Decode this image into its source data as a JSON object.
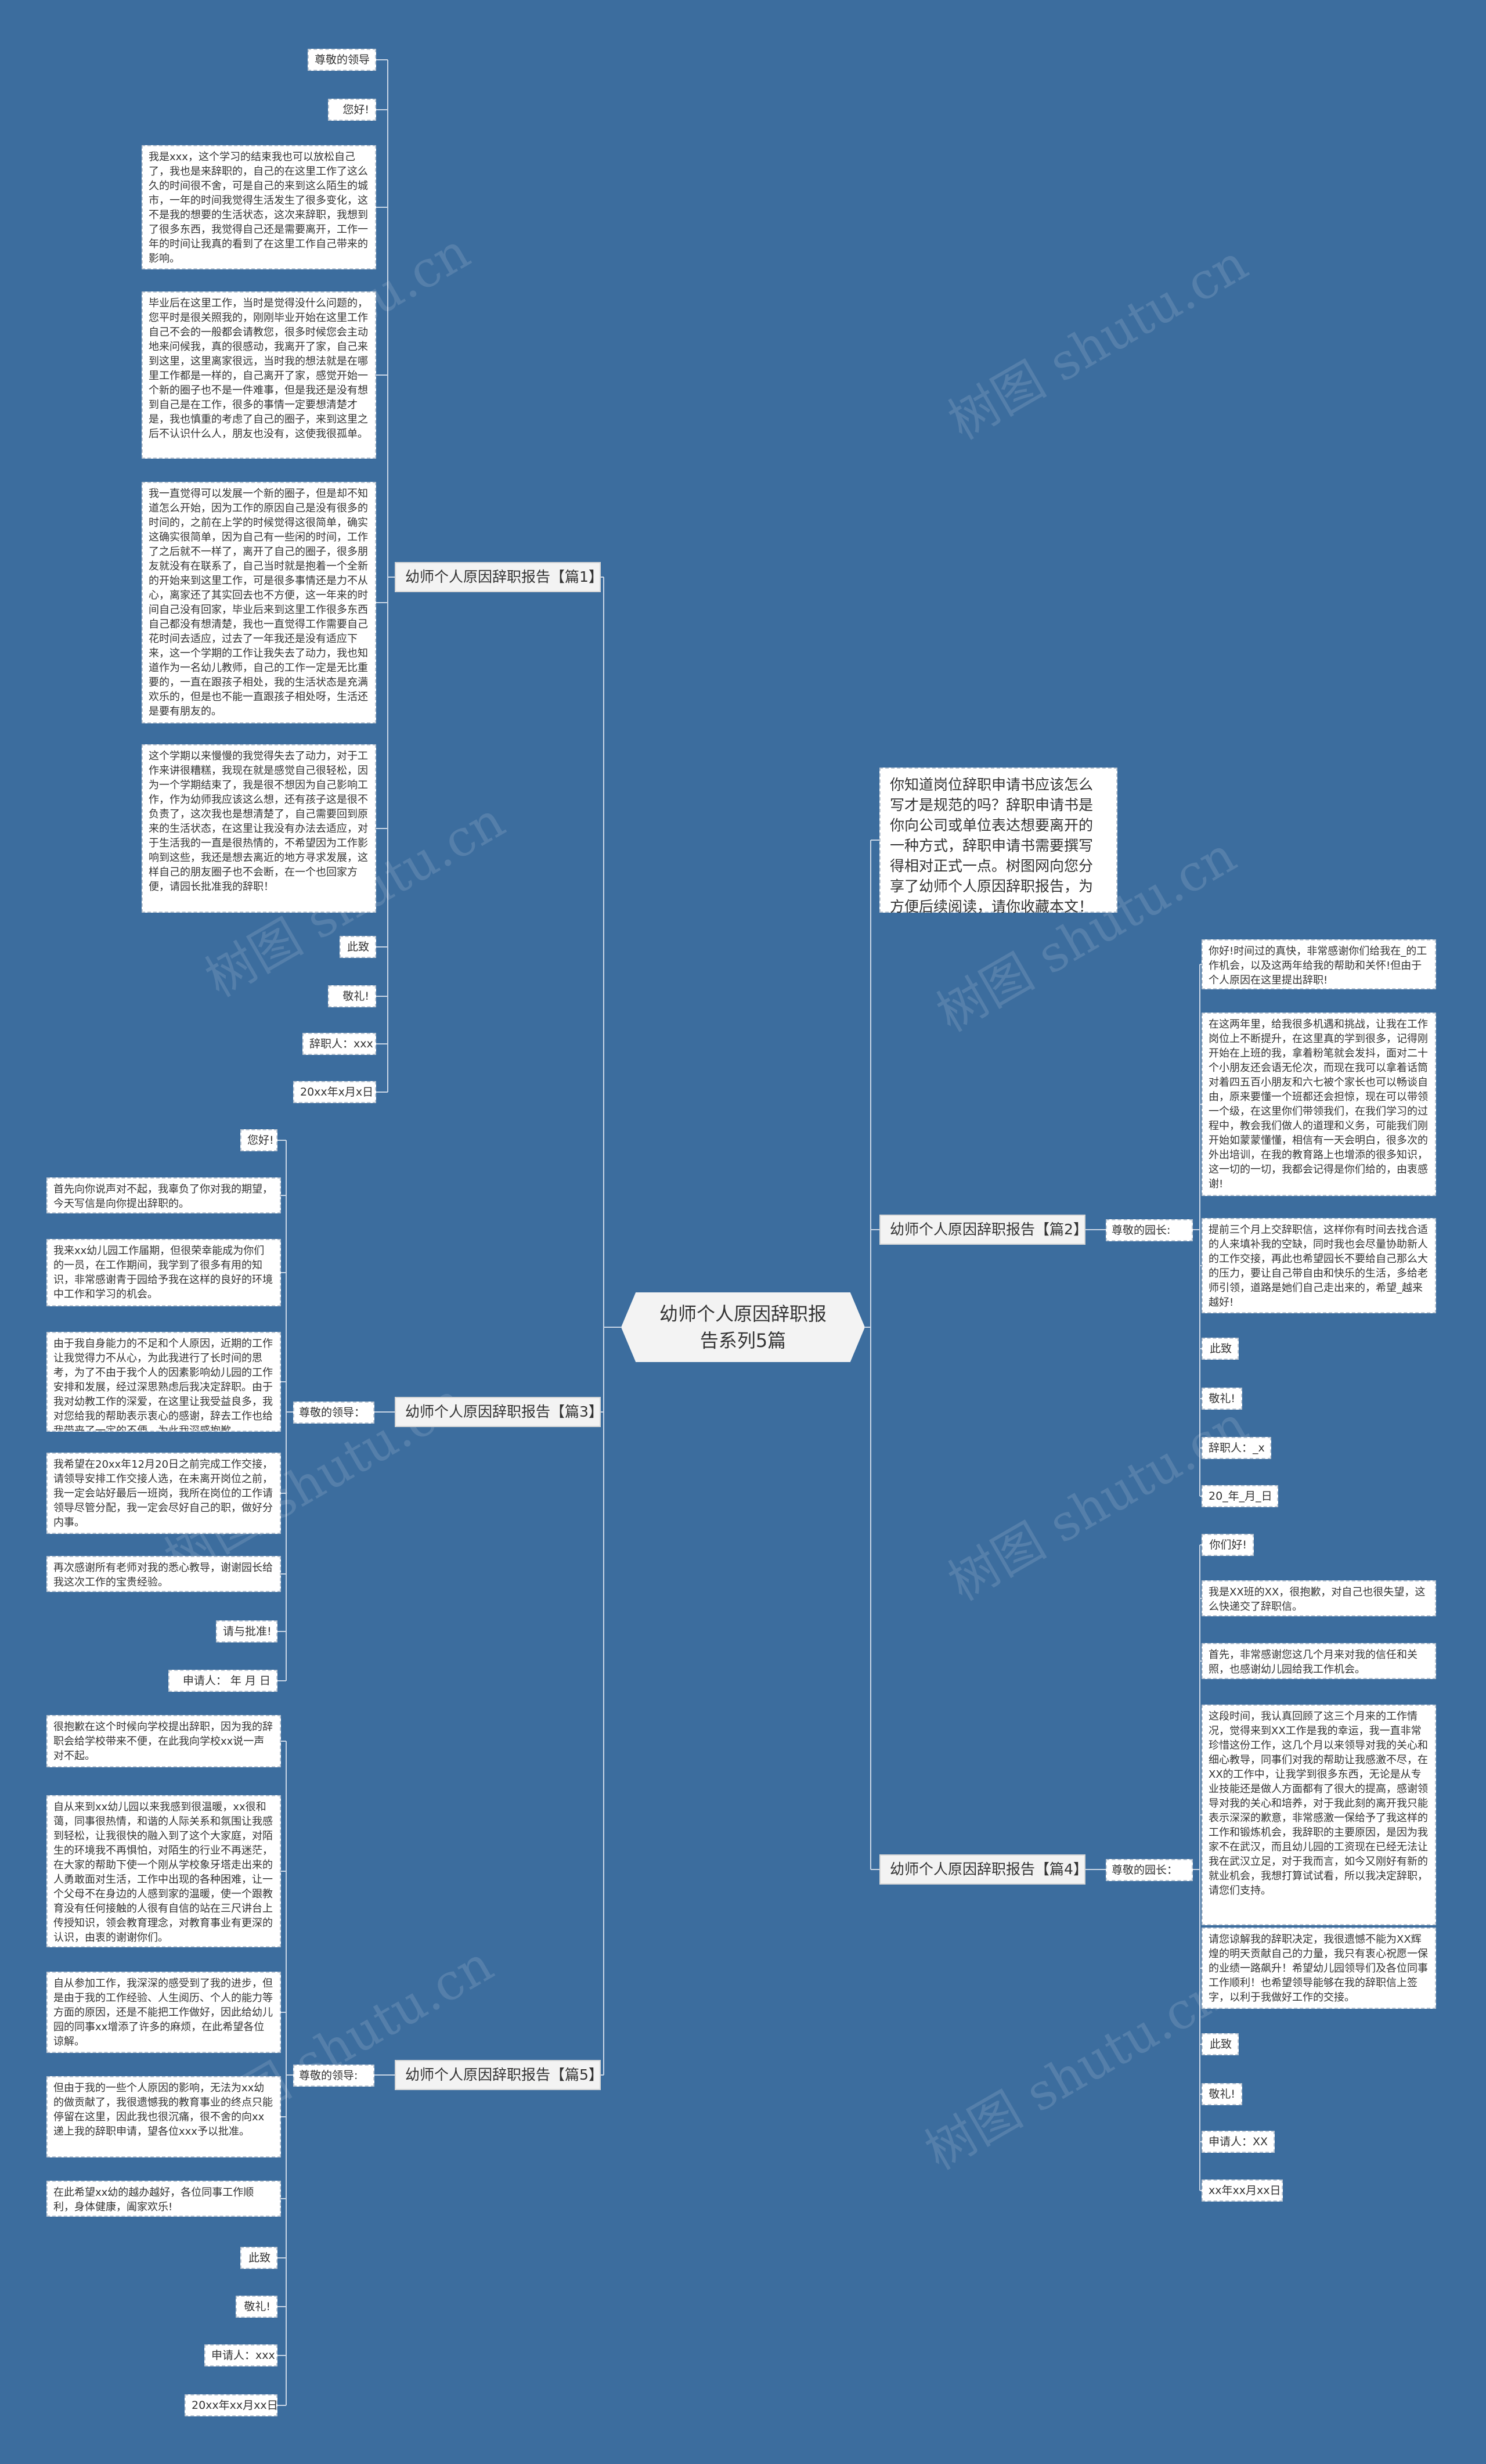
{
  "root": {
    "title": "幼师个人原因辞职报告系列5篇"
  },
  "intro": "你知道岗位辞职申请书应该怎么写才是规范的吗？辞职申请书是你向公司或单位表达想要离开的一种方式，辞职申请书需要撰写得相对正式一点。树图网向您分享了幼师个人原因辞职报告，为方便后续阅读，请你收藏本文！",
  "watermark": "树图 shutu.cn",
  "b1": {
    "title": "幼师个人原因辞职报告【篇1】",
    "items": [
      "尊敬的领导",
      "您好!",
      "我是xxx，这个学习的结束我也可以放松自己了，我也是来辞职的，自己的在这里工作了这么久的时间很不舍，可是自己的来到这么陌生的城市，一年的时间我觉得生活发生了很多变化，这不是我的想要的生活状态，这次来辞职，我想到了很多东西，我觉得自己还是需要离开，工作一年的时间让我真的看到了在这里工作自己带来的影响。",
      "毕业后在这里工作，当时是觉得没什么问题的，您平时是很关照我的，刚刚毕业开始在这里工作自己不会的一般都会请教您，很多时候您会主动地来问候我，真的很感动，我离开了家，自己来到这里，这里离家很远，当时我的想法就是在哪里工作都是一样的，自己离开了家，感觉开始一个新的圈子也不是一件难事，但是我还是没有想到自己是在工作，很多的事情一定要想清楚才是，我也慎重的考虑了自己的圈子，来到这里之后不认识什么人，朋友也没有，这使我很孤单。",
      "我一直觉得可以发展一个新的圈子，但是却不知道怎么开始，因为工作的原因自己是没有很多的时间的，之前在上学的时候觉得这很简单，确实这确实很简单，因为自己有一些闲的时间，工作了之后就不一样了，离开了自己的圈子，很多朋友就没有在联系了，自己当时就是抱着一个全新的开始来到这里工作，可是很多事情还是力不从心，离家还了其实回去也不方便，这一年来的时间自己没有回家，毕业后来到这里工作很多东西自己都没有想清楚，我也一直觉得工作需要自己花时间去适应，过去了一年我还是没有适应下来，这一个学期的工作让我失去了动力，我也知道作为一名幼儿教师，自己的工作一定是无比重要的，一直在跟孩子相处，我的生活状态是充满欢乐的，但是也不能一直跟孩子相处呀，生活还是要有朋友的。",
      "这个学期以来慢慢的我觉得失去了动力，对于工作来讲很糟糕，我现在就是感觉自己很轻松，因为一个学期结束了，我是很不想因为自己影响工作，作为幼师我应该这么想，还有孩子这是很不负责了，这次我也是想清楚了，自己需要回到原来的生活状态，在这里让我没有办法去适应，对于生活我的一直是很热情的，不希望因为工作影响到这些，我还是想去离近的地方寻求发展，这样自己的朋友圈子也不会断，在一个也回家方便，请园长批准我的辞职！",
      "此致",
      "敬礼!",
      "辞职人：xxx",
      "20xx年x月x日"
    ]
  },
  "b2": {
    "title": "幼师个人原因辞职报告【篇2】",
    "greeting": "尊敬的园长:",
    "items": [
      "你好!时间过的真快，非常感谢你们给我在_的工作机会，以及这两年给我的帮助和关怀!但由于个人原因在这里提出辞职!",
      "在这两年里，给我很多机遇和挑战，让我在工作岗位上不断提升，在这里真的学到很多，记得刚开始在上班的我，拿着粉笔就会发抖，面对二十个小朋友还会语无伦次，而现在我可以拿着话筒对着四五百小朋友和六七被个家长也可以畅谈自由，原来要懂一个班都还会担惊，现在可以带领一个级，在这里你们带领我们，在我们学习的过程中，教会我们做人的道理和义务，可能我们刚开始如蒙蒙懂懂，相信有一天会明白，很多次的外出培训，在我的教育路上也增添的很多知识，这一切的一切，我都会记得是你们给的，由衷感谢!",
      "提前三个月上交辞职信，这样你有时间去找合适的人来填补我的空缺，同时我也会尽量协助新人的工作交接，再此也希望园长不要给自己那么大的压力，要让自己带自由和快乐的生活，多给老师引领，道路是她们自己走出来的，希望_越来越好!",
      "此致",
      "敬礼!",
      "辞职人：_x",
      "20_年_月_日"
    ]
  },
  "b3": {
    "title": "幼师个人原因辞职报告【篇3】",
    "greeting": "尊敬的领导：",
    "items": [
      "您好!",
      "首先向你说声对不起，我辜负了你对我的期望，今天写信是向你提出辞职的。",
      "我来xx幼儿园工作届期，但很荣幸能成为你们的一员，在工作期间，我学到了很多有用的知识，非常感谢青于园给予我在这样的良好的环境中工作和学习的机会。",
      "由于我自身能力的不足和个人原因，近期的工作让我觉得力不从心，为此我进行了长时间的思考，为了不由于我个人的因素影响幼儿园的工作安排和发展，经过深思熟虑后我决定辞职。由于我对幼教工作的深爱，在这里让我受益良多，我对您给我的帮助表示衷心的感谢，辞去工作也给我带来了一定的不便，为此我深感抱歉。",
      "我希望在20xx年12月20日之前完成工作交接，请领导安排工作交接人选，在未离开岗位之前，我一定会站好最后一班岗，我所在岗位的工作请领导尽管分配，我一定会尽好自己的职，做好分内事。",
      "再次感谢所有老师对我的悉心教导，谢谢园长给我这次工作的宝贵经验。",
      "请与批准!",
      "申请人：  年  月  日"
    ]
  },
  "b4": {
    "title": "幼师个人原因辞职报告【篇4】",
    "greeting": "尊敬的园长：",
    "items": [
      "你们好!",
      "我是XX班的XX，很抱歉，对自己也很失望，这么快递交了辞职信。",
      "首先，非常感谢您这几个月来对我的信任和关照，也感谢幼儿园给我工作机会。",
      "这段时间，我认真回顾了这三个月来的工作情况，觉得来到XX工作是我的幸运，我一直非常珍惜这份工作，这几个月以来领导对我的关心和细心教导，同事们对我的帮助让我感激不尽，在XX的工作中，让我学到很多东西，无论是从专业技能还是做人方面都有了很大的提高，感谢领导对我的关心和培养，对于我此刻的离开我只能表示深深的歉意，非常感激一保给予了我这样的工作和锻炼机会，我辞职的主要原因，是因为我家不在武汉，而且幼儿园的工资现在已经无法让我在武汉立足，对于我而言，如今又刚好有新的就业机会，我想打算试试看，所以我决定辞职，请您们支持。",
      "请您谅解我的辞职决定，我很遗憾不能为XX辉煌的明天贡献自己的力量，我只有衷心祝愿一保的业绩一路飙升！希望幼儿园领导们及各位同事工作顺利！也希望领导能够在我的辞职信上签字，以利于我做好工作的交接。",
      "此致",
      "敬礼!",
      "申请人：XX",
      "xx年xx月xx日"
    ]
  },
  "b5": {
    "title": "幼师个人原因辞职报告【篇5】",
    "greeting": "尊敬的领导:",
    "items": [
      "很抱歉在这个时候向学校提出辞职，因为我的辞职会给学校带来不便，在此我向学校xx说一声对不起。",
      "自从来到xx幼儿园以来我感到很温暖，xx很和蔼，同事很热情，和谐的人际关系和氛围让我感到轻松，让我很快的融入到了这个大家庭，对陌生的环境我不再惧怕，对陌生的行业不再迷茫，在大家的帮助下使一个刚从学校象牙塔走出来的人勇敢面对生活，工作中出现的各种困难，让一个父母不在身边的人感到家的温暖，使一个跟教育没有任何接触的人很有自信的站在三尺讲台上传授知识，领会教育理念，对教育事业有更深的认识，由衷的谢谢你们。",
      "自从参加工作，我深深的感受到了我的进步，但是由于我的工作经验、人生阅历、个人的能力等方面的原因，还是不能把工作做好，因此给幼儿园的同事xx增添了许多的麻烦，在此希望各位谅解。",
      "但由于我的一些个人原因的影响，无法为xx幼的做贡献了，我很遗憾我的教育事业的终点只能停留在这里，因此我也很沉痛，很不舍的向xx递上我的辞职申请，望各位xxx予以批准。",
      "在此希望xx幼的越办越好，各位同事工作顺利，身体健康，阖家欢乐!",
      "此致",
      "敬礼!",
      "申请人：xxx",
      "20xx年xx月xx日"
    ]
  }
}
